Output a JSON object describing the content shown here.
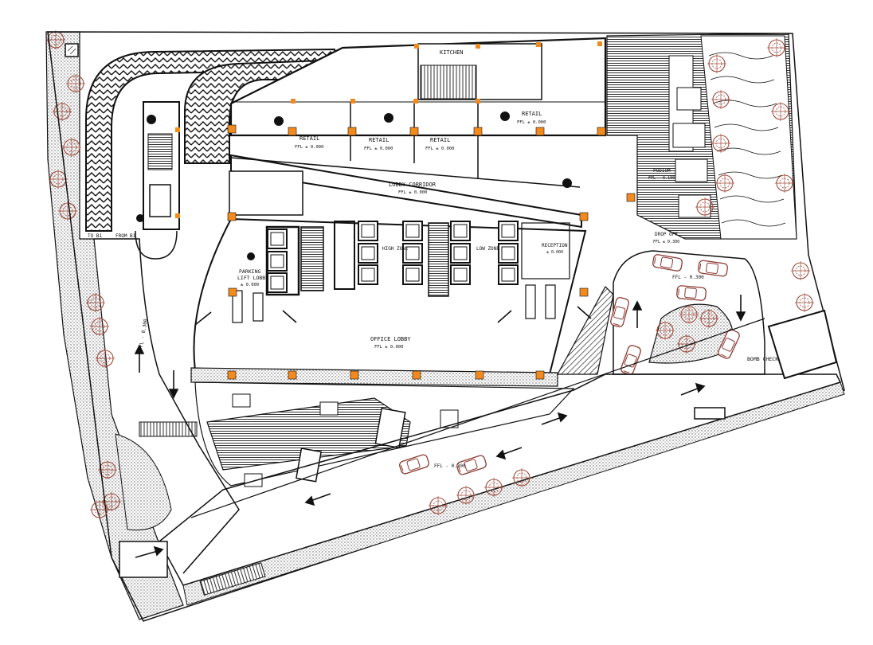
{
  "labels": {
    "kitchen": "KITCHEN",
    "retail_1": "RETAIL",
    "retail_1_ffl": "FFL ± 0.000",
    "retail_2": "RETAIL",
    "retail_2_ffl": "FFL ± 0.000",
    "retail_3": "RETAIL",
    "retail_3_ffl": "FFL ± 0.000",
    "retail_4": "RETAIL",
    "retail_4_ffl": "FFL ± 0.000",
    "lobby_corridor": "LOBBY CORRIDOR",
    "lobby_corridor_ffl": "FFL ± 0.000",
    "parking_lift_lobby": "PARKING",
    "parking_lift_lobby_2": "LIFT LOBBY",
    "parking_lift_lobby_ffl": "± 0.000",
    "high_zone": "HIGH ZONE",
    "low_zone": "LOW ZONE",
    "reception": "RECEPTION",
    "reception_ffl": "± 0.000",
    "office_lobby": "OFFICE LOBBY",
    "office_lobby_ffl": "FFL ± 0.000",
    "podium": "PODIUM",
    "podium_ffl": "FFL - 0.100",
    "drop_off": "DROP OFF",
    "drop_off_ffl": "FFL ± 0.300",
    "ffl_right": "FFL - 0.300",
    "bomb_check": "BOMB CHECK",
    "ffl_left": "FFL - 0.300",
    "ffl_road": "FFL - 0.300",
    "to_b1": "TO B1",
    "from_b1": "FROM B1"
  },
  "colors": {
    "line": "#111111",
    "column": "#f28a1e",
    "tree": "#a04b3c",
    "car": "#8b3a32",
    "hatch": "#555555"
  }
}
